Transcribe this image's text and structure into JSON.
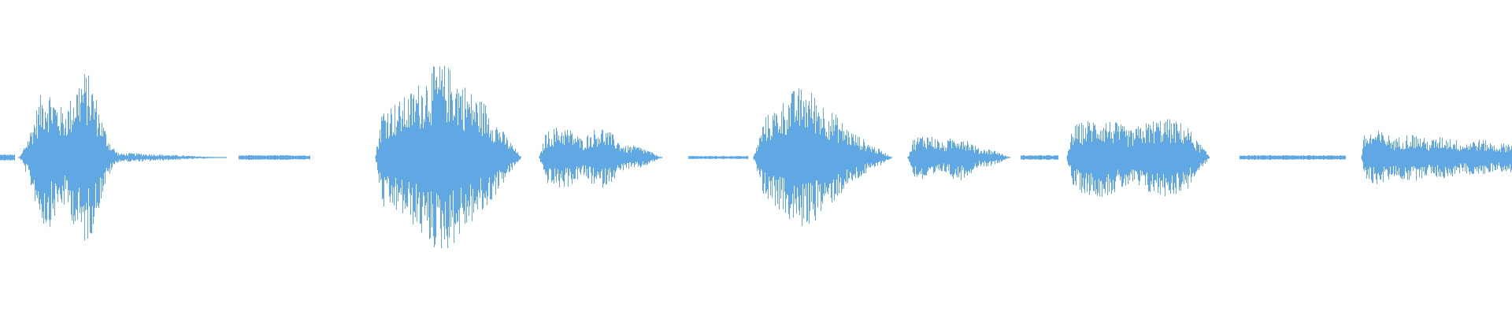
{
  "waveform": {
    "color": "#5fa8e3",
    "background": "#ffffff",
    "segments": [
      {
        "start": 0.0,
        "end": 0.01,
        "peak": 0.02,
        "shape": "flat"
      },
      {
        "start": 0.012,
        "end": 0.085,
        "peak": 0.55,
        "shape": "burst-double"
      },
      {
        "start": 0.085,
        "end": 0.15,
        "peak": 0.03,
        "shape": "tail"
      },
      {
        "start": 0.158,
        "end": 0.205,
        "peak": 0.015,
        "shape": "flat"
      },
      {
        "start": 0.248,
        "end": 0.345,
        "peak": 0.6,
        "shape": "burst-long"
      },
      {
        "start": 0.356,
        "end": 0.438,
        "peak": 0.2,
        "shape": "burst-small"
      },
      {
        "start": 0.455,
        "end": 0.495,
        "peak": 0.01,
        "shape": "flat"
      },
      {
        "start": 0.498,
        "end": 0.59,
        "peak": 0.45,
        "shape": "burst"
      },
      {
        "start": 0.6,
        "end": 0.668,
        "peak": 0.15,
        "shape": "burst-small"
      },
      {
        "start": 0.675,
        "end": 0.7,
        "peak": 0.015,
        "shape": "flat"
      },
      {
        "start": 0.705,
        "end": 0.8,
        "peak": 0.25,
        "shape": "burst-plateau"
      },
      {
        "start": 0.82,
        "end": 0.89,
        "peak": 0.015,
        "shape": "flat"
      },
      {
        "start": 0.9,
        "end": 1.0,
        "peak": 0.18,
        "shape": "sustain"
      }
    ]
  }
}
